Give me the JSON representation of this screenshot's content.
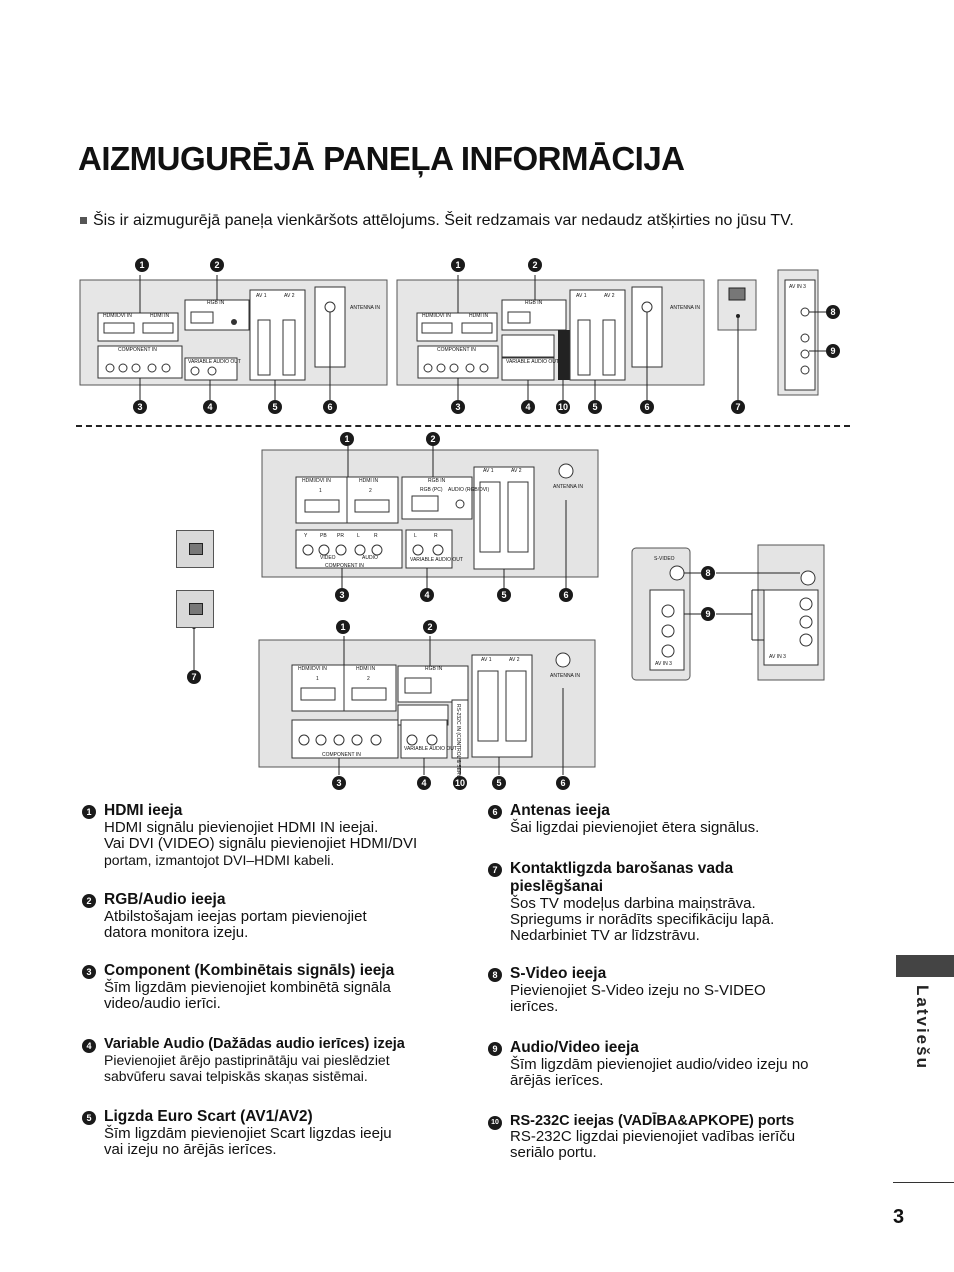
{
  "title": "AIZMUGURĒJĀ PANEĻA INFORMĀCIJA",
  "intro": "Šis ir aizmugurējā paneļa vienkāršots attēlojums. Šeit redzamais var nedaudz atšķirties no jūsu TV.",
  "callouts": [
    "1",
    "2",
    "3",
    "4",
    "5",
    "6",
    "7",
    "8",
    "9",
    "10"
  ],
  "panel_labels": {
    "hdmi_dvi": "HDMI/DVI IN",
    "hdmi": "HDMI IN",
    "rgb_in": "RGB IN",
    "rgb_pc": "RGB (PC)",
    "audio_rgb": "AUDIO (RGB/DVI)",
    "av1": "AV 1",
    "av2": "AV 2",
    "antenna": "ANTENNA IN",
    "component": "COMPONENT IN",
    "variable_audio": "VARIABLE AUDIO OUT",
    "video": "VIDEO",
    "audio": "AUDIO",
    "s_video": "S-VIDEO",
    "av_in3": "AV IN 3",
    "rs232": "RS-232C IN (CONTROL & SERVICE)",
    "ch1": "1",
    "ch2": "2",
    "y": "Y",
    "pb": "PB",
    "pr": "PR",
    "l": "L",
    "r": "R"
  },
  "items_left": [
    {
      "num": "1",
      "heading": "HDMI ieeja",
      "lines": [
        "HDMI signālu pievienojiet HDMI IN ieejai.",
        "Vai DVI (VIDEO) signālu pievienojiet HDMI/DVI",
        "portam, izmantojot DVI–HDMI kabeli."
      ]
    },
    {
      "num": "2",
      "heading": "RGB/Audio ieeja",
      "lines": [
        "Atbilstošajam ieejas portam pievienojiet",
        "datora monitora izeju."
      ]
    },
    {
      "num": "3",
      "heading": "Component (Kombinētais signāls) ieeja",
      "lines": [
        "Šīm ligzdām pievienojiet kombinētā signāla",
        "video/audio ierīci."
      ]
    },
    {
      "num": "4",
      "heading": "Variable Audio (Dažādas audio ierīces) izeja",
      "lines": [
        "Pievienojiet ārējo pastiprinātāju vai pieslēdziet",
        "sabvūferu savai telpiskās skaņas sistēmai."
      ]
    },
    {
      "num": "5",
      "heading": "Ligzda Euro Scart (AV1/AV2)",
      "lines": [
        "Šīm ligzdām pievienojiet Scart ligzdas ieeju",
        "vai izeju no ārējās ierīces."
      ]
    }
  ],
  "items_right": [
    {
      "num": "6",
      "heading": "Antenas ieeja",
      "lines": [
        "Šai ligzdai pievienojiet ētera signālus."
      ]
    },
    {
      "num": "7",
      "heading": "Kontaktligzda barošanas vada",
      "heading2": "pieslēgšanai",
      "lines": [
        "Šos TV modeļus darbina maiņstrāva.",
        "Spriegums ir norādīts specifikāciju lapā.",
        "Nedarbiniet TV ar līdzstrāvu."
      ]
    },
    {
      "num": "8",
      "heading": "S-Video ieeja",
      "lines": [
        "Pievienojiet S-Video izeju no S-VIDEO",
        "ierīces."
      ]
    },
    {
      "num": "9",
      "heading": "Audio/Video ieeja",
      "lines": [
        "Šīm ligzdām pievienojiet audio/video izeju no",
        "ārējās ierīces."
      ]
    },
    {
      "num": "10",
      "heading": "RS-232C ieejas (VADĪBA&APKOPE) ports",
      "lines": [
        "RS-232C ligzdai pievienojiet vadības ierīču",
        "seriālo portu."
      ]
    }
  ],
  "sidebar_label": "Latviešu",
  "page_number": "3"
}
